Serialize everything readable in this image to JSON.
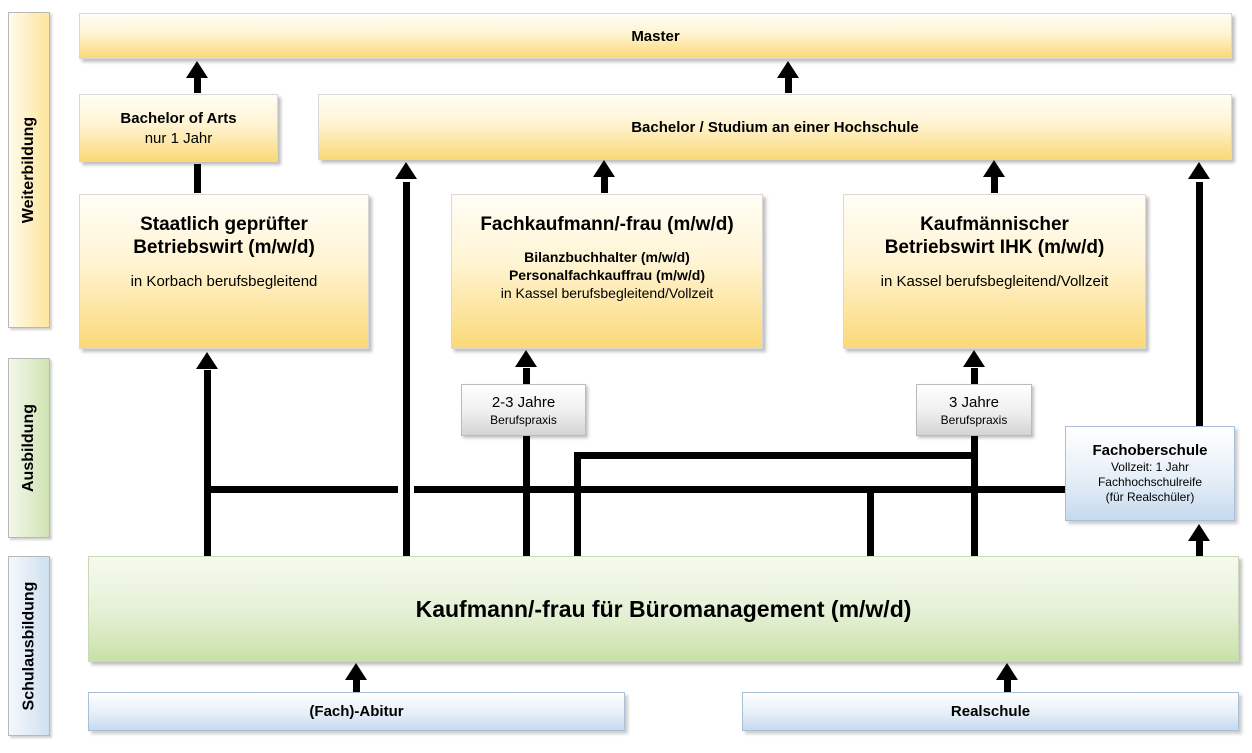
{
  "side_labels": {
    "weiterbildung": "Weiterbildung",
    "ausbildung": "Ausbildung",
    "schulausbildung": "Schulausbildung"
  },
  "boxes": {
    "master": "Master",
    "bachelor_arts_title": "Bachelor of Arts",
    "bachelor_arts_sub": "nur 1 Jahr",
    "bachelor_studium": "Bachelor / Studium an einer Hochschule",
    "betriebswirt_title1": "Staatlich geprüfter",
    "betriebswirt_title2": "Betriebswirt (m/w/d)",
    "betriebswirt_sub": "in Korbach berufsbegleitend",
    "fachkaufmann_title": "Fachkaufmann/-frau (m/w/d)",
    "fachkaufmann_line1": "Bilanzbuchhalter (m/w/d)",
    "fachkaufmann_line2": "Personalfachkauffrau (m/w/d)",
    "fachkaufmann_sub": "in Kassel berufsbegleitend/Vollzeit",
    "ihk_title1": "Kaufmännischer",
    "ihk_title2": "Betriebswirt IHK (m/w/d)",
    "ihk_sub": "in Kassel berufsbegleitend/Vollzeit",
    "praxis1_title": "2-3 Jahre",
    "praxis1_sub": "Berufspraxis",
    "praxis2_title": "3 Jahre",
    "praxis2_sub": "Berufspraxis",
    "fos_title": "Fachoberschule",
    "fos_line1": "Vollzeit: 1 Jahr",
    "fos_line2": "Fachhochschulreife",
    "fos_line3": "(für Realschüler)",
    "kaufmann": "Kaufmann/-frau für Büromanagement (m/w/d)",
    "abitur": "(Fach)-Abitur",
    "realschule": "Realschule"
  }
}
